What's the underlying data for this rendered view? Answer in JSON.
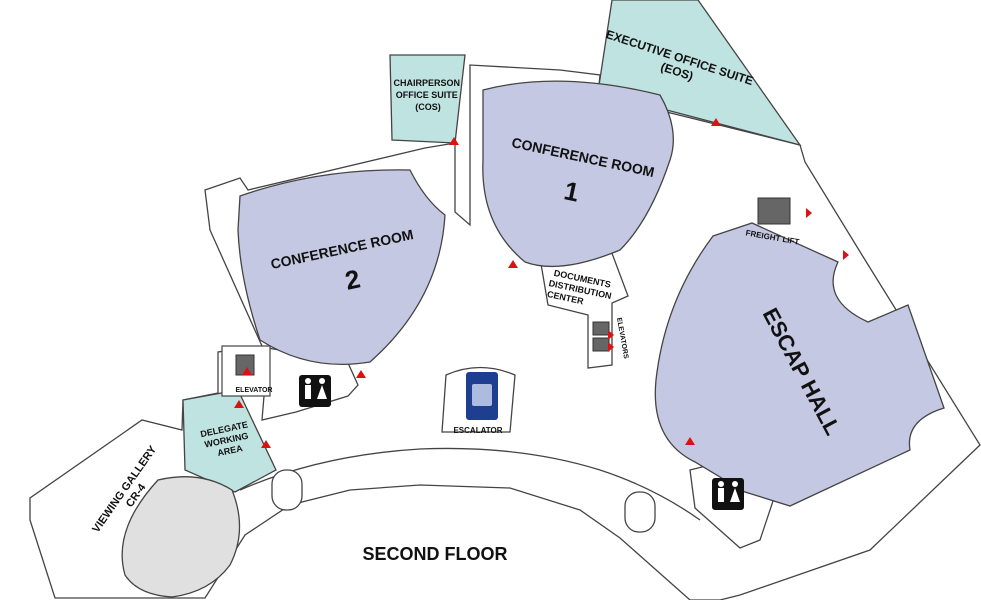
{
  "floor_title": "SECOND FLOOR",
  "rooms": {
    "conference_room_1": {
      "line1": "CONFERENCE ROOM",
      "number": "1"
    },
    "conference_room_2": {
      "line1": "CONFERENCE ROOM",
      "number": "2"
    },
    "escap_hall": "ESCAP HALL",
    "executive_office_suite": {
      "line1": "EXECUTIVE OFFICE SUITE",
      "line2": "(EOS)"
    },
    "chairperson_office_suite": {
      "line1": "CHAIRPERSON",
      "line2": "OFFICE SUITE",
      "line3": "(COS)"
    },
    "documents_distribution_center": {
      "line1": "DOCUMENTS",
      "line2": "DISTRIBUTION",
      "line3": "CENTER"
    },
    "delegate_working_area": {
      "line1": "DELEGATE",
      "line2": "WORKING",
      "line3": "AREA"
    },
    "viewing_gallery": {
      "line1": "VIEWING GALLERY",
      "line2": "CR-4"
    }
  },
  "facilities": {
    "elevator": "ELEVATOR",
    "elevators": "ELEVATORS",
    "freight_lift": "FREIGHT LIFT",
    "escalator": "ESCALATOR"
  },
  "colors": {
    "room_fill": "#c4c8e2",
    "office_fill": "#bfe3e0",
    "gallery_fill": "#e0e0e0",
    "entrance_arrow": "#dd1111",
    "escalator_badge": "#1e3f8f"
  },
  "icons": [
    "restroom-icon",
    "escalator-icon",
    "elevator-icon",
    "entrance-arrow-icon"
  ]
}
